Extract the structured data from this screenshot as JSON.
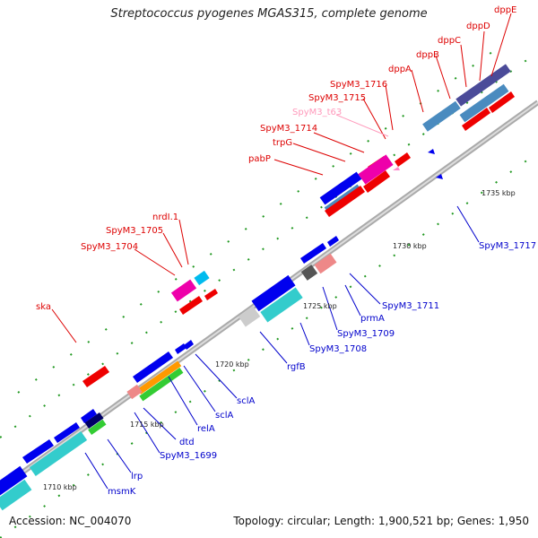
{
  "title": "Streptococcus pyogenes MGAS315, complete genome",
  "footer": {
    "accession": "Accession: NC_004070",
    "summary": "Topology: circular; Length: 1,900,521 bp; Genes: 1,950"
  },
  "ticks": [
    "1710 kbp",
    "1715 kbp",
    "1720 kbp",
    "1725 kbp",
    "1730 kbp",
    "1735 kbp"
  ],
  "labels": {
    "red": [
      "dppE",
      "dppD",
      "dppC",
      "dppB",
      "dppA",
      "SpyM3_1716",
      "SpyM3_1715",
      "SpyM3_1714",
      "trpG",
      "pabP",
      "nrdI.1",
      "SpyM3_1705",
      "SpyM3_1704",
      "ska"
    ],
    "pink": [
      "SpyM3_t63"
    ],
    "blue": [
      "SpyM3_1717",
      "SpyM3_1711",
      "prmA",
      "SpyM3_1709",
      "SpyM3_1708",
      "rgfB",
      "sclA",
      "sclA",
      "relA",
      "dtd",
      "SpyM3_1699",
      "lrp",
      "msmK"
    ]
  },
  "colors": {
    "red_label": "#dd0000",
    "pink_label": "#ff99bb",
    "blue_label": "#0000cc",
    "backbone": "#888888"
  }
}
